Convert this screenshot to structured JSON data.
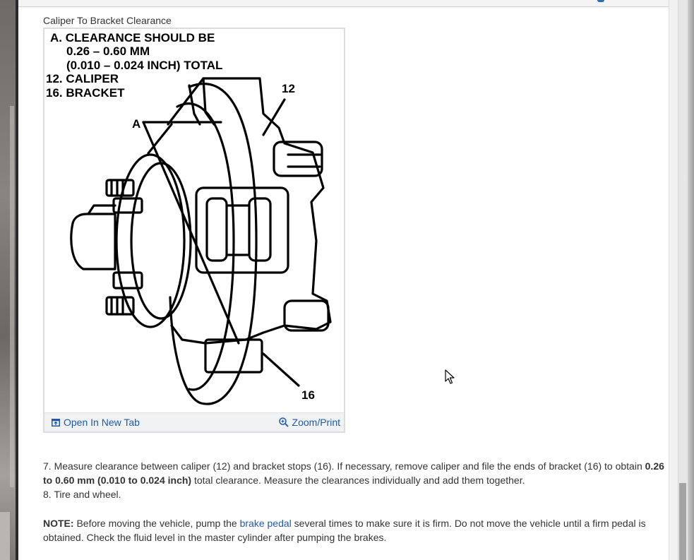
{
  "figure": {
    "title": "Caliper To Bracket Clearance",
    "legend": {
      "line1": "A. CLEARANCE SHOULD BE",
      "line2": "0.26  –  0.60 MM",
      "line3": "(0.010  –  0.024 INCH) TOTAL",
      "line4": "12. CALIPER",
      "line5": "16. BRACKET"
    },
    "callouts": {
      "a": "A",
      "caliper": "12",
      "bracket": "16"
    },
    "open_tab_label": "Open In New Tab",
    "zoom_label": "Zoom/Print"
  },
  "steps": {
    "step7_prefix": " 7. Measure clearance between caliper (12) and bracket stops (16). If necessary, remove caliper and file the ends of bracket (16) to obtain",
    "step7_bold": "0.26 to 0.60 mm (0.010 to 0.024 inch)",
    "step7_suffix": " total clearance. Measure the clearances individually and add them together.",
    "step8": " 8. Tire and wheel."
  },
  "note": {
    "label": "NOTE:",
    "text_before": " Before moving the vehicle, pump the ",
    "link": "brake pedal",
    "text_after": " several times to make sure it is firm. Do not move the vehicle until a firm pedal is obtained. Check the fluid level in the master cylinder after pumping the brakes."
  },
  "colors": {
    "link": "#1e5aa8",
    "accent": "#2c6db0"
  }
}
